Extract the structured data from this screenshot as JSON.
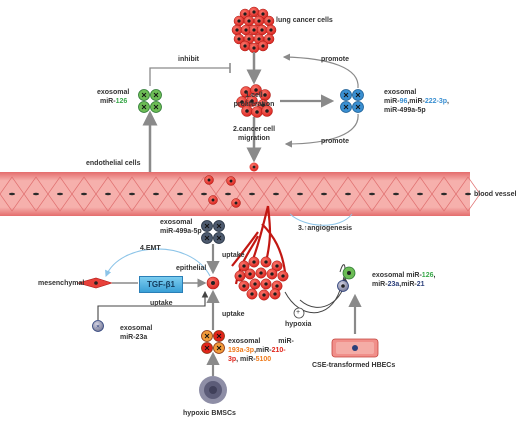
{
  "labels": {
    "lung_cancer_cells": "lung cancer cells",
    "inhibit": "inhibit",
    "promote_top": "promote",
    "promote_bottom": "promote",
    "exo126_a": "exosomal",
    "exo126_b": "miR-",
    "exo126_c": "126",
    "cell_prolif_a": "1.cell",
    "cell_prolif_b": "proliferation",
    "exo96_a": "exosomal",
    "exo96_b1": "miR-",
    "exo96_b2": "96",
    "exo96_b3": ",miR-",
    "exo96_b4": "222-3p",
    "exo96_b5": ",",
    "exo96_c": "miR-499a-5p",
    "migration_a": "2.cancer cell",
    "migration_b": "migration",
    "endothelial_cells": "endothelial cells",
    "blood_vessel": "blood vessel",
    "exo499_a": "exosomal",
    "exo499_b": "miR-499a-5p",
    "angiogenesis": "3.↑angiogenesis",
    "emt": "4.EMT",
    "uptake_1": "uptake",
    "epithelial": "epithelial",
    "mesenchymal": "mesenchymal",
    "tgf": "TGF-β1",
    "uptake_2": "uptake",
    "exo23a_a": "exosomal",
    "exo23a_b": "miR-23a",
    "uptake_3": "uptake",
    "hypoxia": "hypoxia",
    "plus": "+",
    "exoR_a1": "exosomal miR-",
    "exoR_a2": "126",
    "exoR_a3": ",",
    "exoR_b1": "miR-",
    "exoR_b2": "23a",
    "exoR_b3": ",miR-",
    "exoR_b4": "21",
    "exoB_a1": "exosomal",
    "exoB_a2": "miR-",
    "exoB_b1": "193a-3p",
    "exoB_b2": ",miR-",
    "exoB_b3": "210-",
    "exoB_c1": "3p",
    "exoB_c2": ", miR-",
    "exoB_c3": "5100",
    "cse_hbecs": "CSE-transformed HBECs",
    "hypoxic_bmscs": "hypoxic BMSCs"
  },
  "colors": {
    "tumor_red": "#e8403a",
    "vessel_pink": "#f4a3a3",
    "vessel_dark": "#e06a6a",
    "green_miR": "#39a84a",
    "blue_miR": "#3a8fd1",
    "orange_miR": "#ef7a1a",
    "red_miR": "#e1251b",
    "navy_miR": "#2b3f7a",
    "arrow_gray": "#8a8a8a",
    "curve_blue": "#8cc4e8"
  }
}
